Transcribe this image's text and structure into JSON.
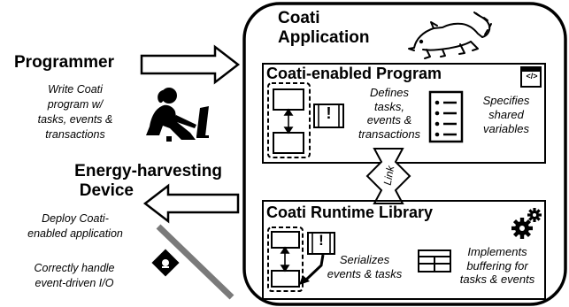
{
  "left": {
    "programmer_title": "Programmer",
    "programmer_desc": [
      "Write Coati",
      "program w/",
      "tasks, events &",
      "transactions"
    ],
    "device_title": [
      "Energy-harvesting",
      "Device"
    ],
    "deploy_desc": [
      "Deploy Coati-",
      "enabled application"
    ],
    "io_desc": [
      "Correctly handle",
      "event-driven I/O"
    ]
  },
  "app": {
    "title": [
      "Coati",
      "Application"
    ],
    "program": {
      "title": "Coati-enabled Program",
      "defines": [
        "Defines",
        "tasks,",
        "events &",
        "transactions"
      ],
      "specifies": [
        "Specifies",
        "shared",
        "variables"
      ],
      "code_icon_text": "</>"
    },
    "link_label": "Link",
    "runtime": {
      "title": "Coati Runtime Library",
      "serializes": [
        "Serializes",
        "events & tasks"
      ],
      "implements": [
        "Implements",
        "buffering for",
        "tasks & events"
      ]
    },
    "exclamation": "!"
  }
}
